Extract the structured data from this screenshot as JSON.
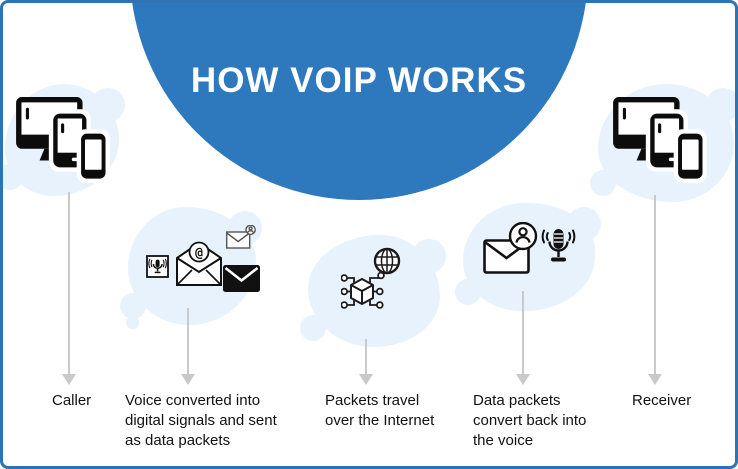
{
  "title": "HOW VOIP WORKS",
  "steps": [
    {
      "label": "Caller",
      "icons": [
        "devices-icon"
      ]
    },
    {
      "label": "Voice converted into\ndigital signals and sent\nas data packets",
      "icons": [
        "voice-recording-icon",
        "email-at-icon",
        "mail-user-icon",
        "sealed-envelope-icon"
      ]
    },
    {
      "label": "Packets travel\nover the Internet",
      "icons": [
        "data-packet-network-icon",
        "globe-icon"
      ]
    },
    {
      "label": "Data packets\nconvert back into\nthe voice",
      "icons": [
        "mail-user-icon",
        "microphone-icon"
      ]
    },
    {
      "label": "Receiver",
      "icons": [
        "devices-icon"
      ]
    }
  ],
  "colors": {
    "circle_blue": "#2e78bd",
    "border_blue": "#2e74b2",
    "cloud_light_blue": "#e8f2fc",
    "arrow_gray": "#c9c9c9",
    "icon_black": "#111111",
    "text_dark": "#111111",
    "title_white": "#ffffff"
  }
}
